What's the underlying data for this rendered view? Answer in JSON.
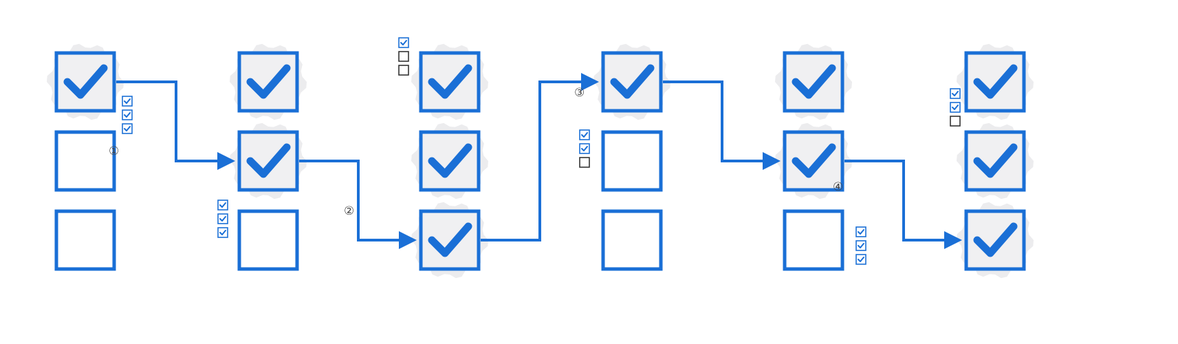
{
  "colors": {
    "accent": "#1a6fd6",
    "checked_fill": "#f0f0f2",
    "unchecked_fill": "#ffffff",
    "shadow_gear": "#ececee"
  },
  "columns": [
    {
      "boxes": [
        true,
        false,
        false
      ],
      "mini_checklist": [
        true,
        true,
        true
      ],
      "step_label": "①"
    },
    {
      "boxes": [
        true,
        true,
        false
      ],
      "mini_checklist": [
        true,
        true,
        true
      ],
      "step_label": "②"
    },
    {
      "boxes": [
        true,
        true,
        true
      ],
      "mini_checklist": [
        true,
        false,
        false
      ],
      "step_label": ""
    },
    {
      "boxes": [
        true,
        false,
        false
      ],
      "mini_checklist": [
        true,
        true,
        false
      ],
      "step_label": "③"
    },
    {
      "boxes": [
        true,
        true,
        false
      ],
      "mini_checklist": [
        true,
        true,
        true
      ],
      "step_label": "④"
    },
    {
      "boxes": [
        true,
        true,
        true
      ],
      "mini_checklist": [
        true,
        true,
        false
      ],
      "step_label": ""
    }
  ],
  "connectors": [
    {
      "from_column": 1,
      "from_box": 1,
      "to_column": 2,
      "to_box": 2
    },
    {
      "from_column": 2,
      "from_box": 2,
      "to_column": 3,
      "to_box": 3
    },
    {
      "from_column": 3,
      "from_box": 3,
      "to_column": 4,
      "to_box": 1
    },
    {
      "from_column": 4,
      "from_box": 1,
      "to_column": 5,
      "to_box": 2
    },
    {
      "from_column": 5,
      "from_box": 2,
      "to_column": 6,
      "to_box": 3
    }
  ],
  "icons": {
    "checked_box": "checkmark-icon",
    "mini_checked": "checked-box-icon",
    "mini_unchecked": "empty-box-icon",
    "connector": "arrow-right-icon",
    "background": "gear-icon"
  }
}
